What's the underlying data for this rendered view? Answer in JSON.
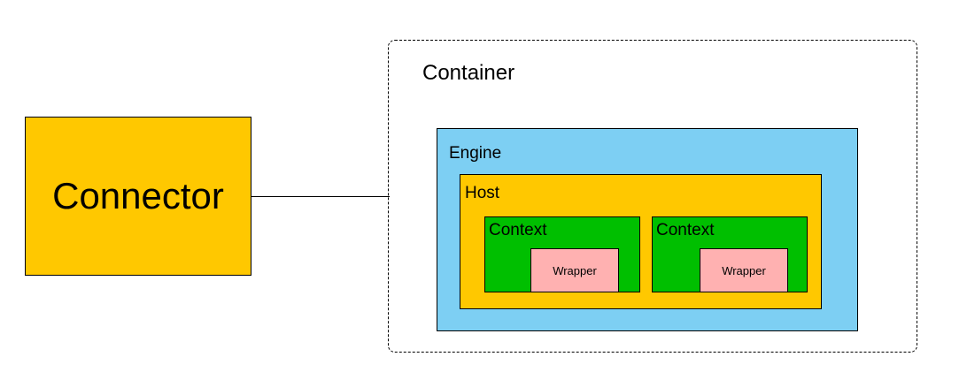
{
  "diagram": {
    "connector": {
      "label": "Connector",
      "fill": "#ffc800"
    },
    "container": {
      "label": "Container",
      "border_style": "dashed"
    },
    "engine": {
      "label": "Engine",
      "fill": "#7dcff3"
    },
    "host": {
      "label": "Host",
      "fill": "#ffc800"
    },
    "contexts": [
      {
        "label": "Context",
        "wrapper": {
          "label": "Wrapper"
        }
      },
      {
        "label": "Context",
        "wrapper": {
          "label": "Wrapper"
        }
      }
    ],
    "context_fill": "#00bf00",
    "wrapper_fill": "#ffb1b1",
    "edges": [
      {
        "from": "Connector",
        "to": "Container"
      }
    ]
  }
}
